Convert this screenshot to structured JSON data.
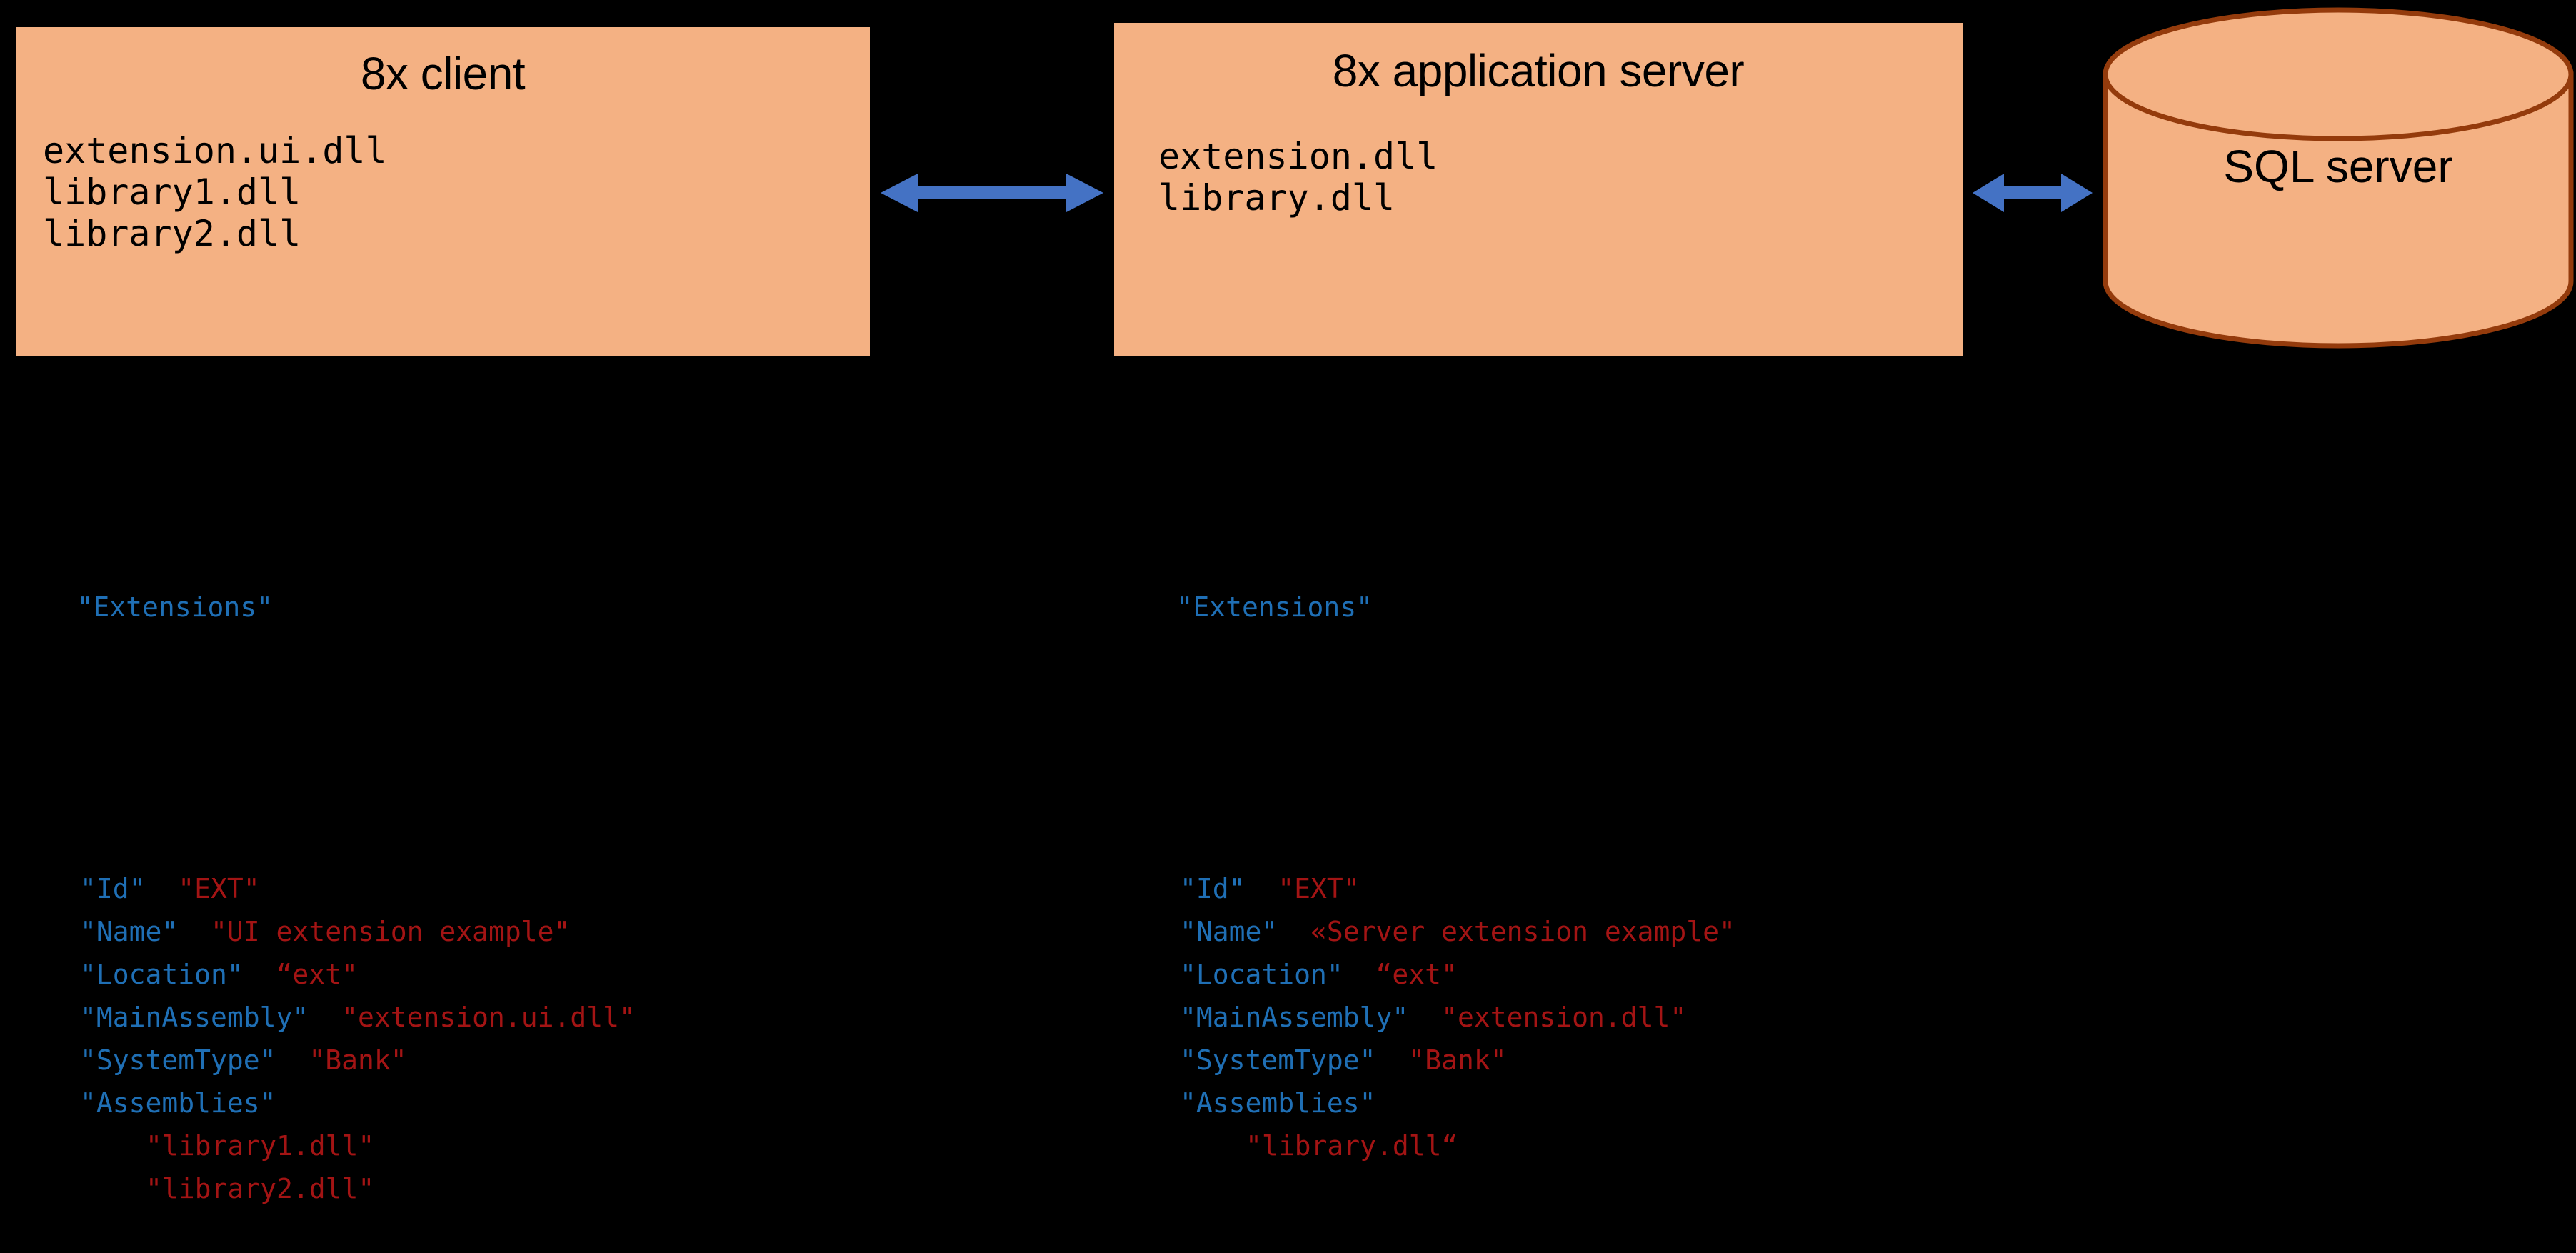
{
  "canvas": {
    "background": "#000000",
    "node_fill": "#F4B183",
    "cylinder_stroke": "#943B0C",
    "arrow_color": "#4472C4",
    "key_color": "#1F6FB5",
    "value_color": "#A31414"
  },
  "nodes": {
    "client": {
      "title": "8x client",
      "assemblies": "extension.ui.dll\nlibrary1.dll\nlibrary2.dll"
    },
    "app_server": {
      "title": "8x application server",
      "assemblies": "extension.dll\nlibrary.dll"
    },
    "database": {
      "title": "SQL server"
    }
  },
  "connectors": [
    {
      "name": "client-to-app-server",
      "style": "double-headed-arrow"
    },
    {
      "name": "app-server-to-database",
      "style": "double-headed-arrow"
    }
  ],
  "code_blocks": {
    "client": {
      "root_key": "\"Extensions\"",
      "lines": [
        {
          "key": "\"Id\"",
          "value": "\"EXT\"",
          "indent": 1,
          "gap": "  "
        },
        {
          "key": "\"Name\"",
          "value": "\"UI extension example\"",
          "indent": 1,
          "gap": "  "
        },
        {
          "key": "\"Location\"",
          "value": "“ext\"",
          "indent": 1,
          "gap": "  "
        },
        {
          "key": "\"MainAssembly\"",
          "value": "\"extension.ui.dll\"",
          "indent": 1,
          "gap": "  "
        },
        {
          "key": "\"SystemType\"",
          "value": "\"Bank\"",
          "indent": 1,
          "gap": "  "
        },
        {
          "key": "\"Assemblies\"",
          "value": "",
          "indent": 1,
          "gap": ""
        },
        {
          "key": "",
          "value": "\"library1.dll\"",
          "indent": 2,
          "gap": ""
        },
        {
          "key": "",
          "value": "\"library2.dll\"",
          "indent": 2,
          "gap": ""
        }
      ]
    },
    "server": {
      "root_key": "\"Extensions\"",
      "lines": [
        {
          "key": "\"Id\"",
          "value": "\"EXT\"",
          "indent": 1,
          "gap": "  "
        },
        {
          "key": "\"Name\"",
          "value": "«Server extension example\"",
          "indent": 1,
          "gap": "  "
        },
        {
          "key": "\"Location\"",
          "value": "“ext\"",
          "indent": 1,
          "gap": "  "
        },
        {
          "key": "\"MainAssembly\"",
          "value": "\"extension.dll\"",
          "indent": 1,
          "gap": "  "
        },
        {
          "key": "\"SystemType\"",
          "value": "\"Bank\"",
          "indent": 1,
          "gap": "  "
        },
        {
          "key": "\"Assemblies\"",
          "value": "",
          "indent": 1,
          "gap": ""
        },
        {
          "key": "",
          "value": "\"library.dll“",
          "indent": 2,
          "gap": ""
        }
      ]
    }
  }
}
